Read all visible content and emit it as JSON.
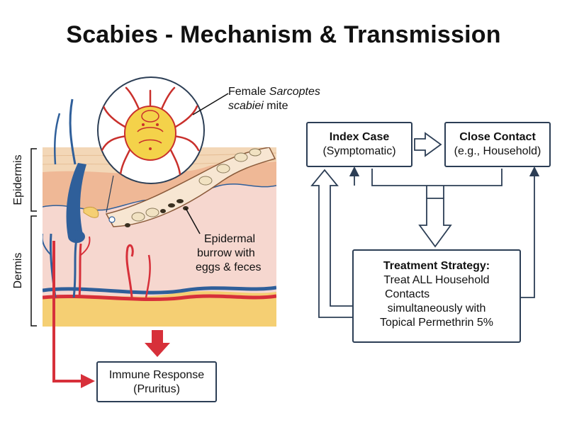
{
  "title": "Scabies - Mechanism & Transmission",
  "labels": {
    "epidermis": "Epidermis",
    "dermis": "Dermis",
    "mite_line1_prefix": "Female ",
    "mite_line1_italic": "Sarcoptes",
    "mite_line2_italic": "scabiei",
    "mite_line2_suffix": " mite",
    "burrow_line1": "Epidermal",
    "burrow_line2": "burrow with",
    "burrow_line3": "eggs & feces"
  },
  "boxes": {
    "index_case": {
      "title": "Index Case",
      "subtitle": "(Symptomatic)"
    },
    "close_contact": {
      "title": "Close Contact",
      "subtitle": "(e.g., Household)"
    },
    "treatment": {
      "title": "Treatment Strategy:",
      "line1": "Treat ALL Household",
      "line2": "Contacts",
      "line3": "simultaneously with",
      "line4": "Topical Permethrin 5%"
    },
    "immune": {
      "line1": "Immune Response",
      "line2": "(Pruritus)"
    }
  },
  "colors": {
    "stratum_corneum": "#f3d7b7",
    "epidermis": "#efb896",
    "dermis": "#f6d7cf",
    "fat": "#f5cf73",
    "artery": "#d7303a",
    "vein": "#2f5f9a",
    "mite_body": "#f4d24a",
    "mite_outline": "#c9302c",
    "box_border": "#2c3e55"
  }
}
